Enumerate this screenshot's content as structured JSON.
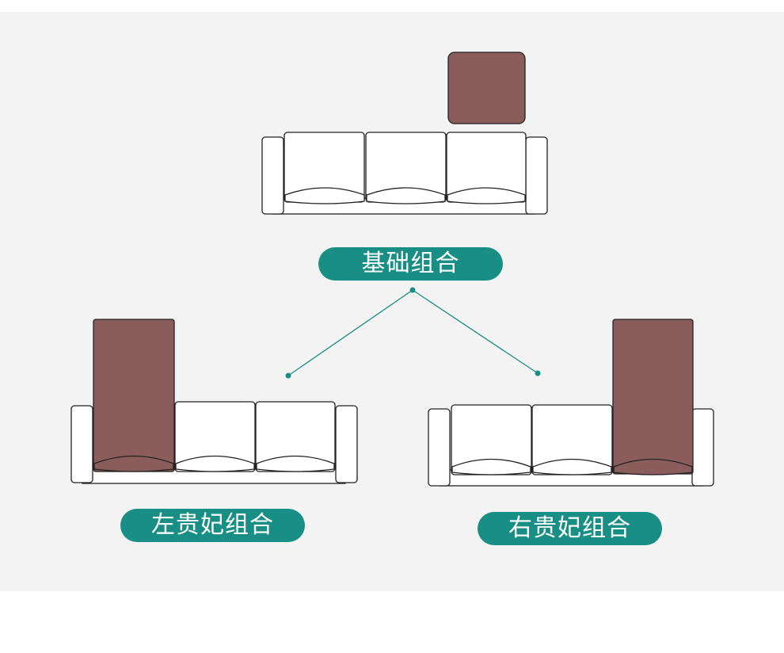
{
  "labels": {
    "basic": "基础组合",
    "left_chaise": "左贵妃组合",
    "right_chaise": "右贵妃组合"
  },
  "colors": {
    "accent": "#198e84",
    "chaise_fill": "#8a5c5c",
    "background": "#f3f3f3",
    "outline": "#222222",
    "cushion_fill": "#ffffff"
  }
}
